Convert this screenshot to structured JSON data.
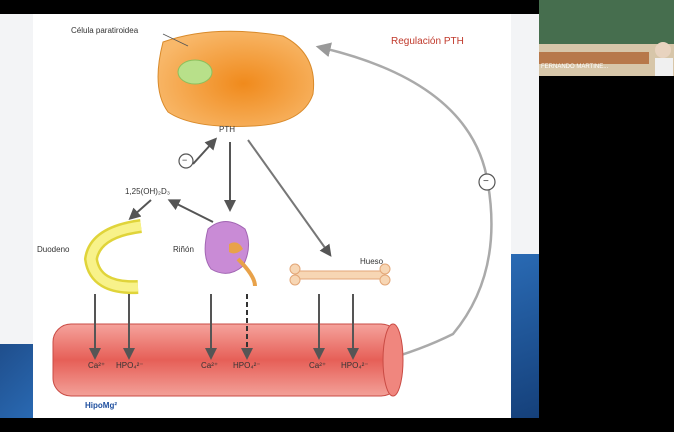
{
  "slide": {
    "title": "Regulación PTH",
    "cell_label": "Célula paratiroidea",
    "pth_label": "PTH",
    "vitd_label": "1,25(OH)₂D₃",
    "duodeno_label": "Duodeno",
    "rinon_label": "Riñón",
    "hueso_label": "Hueso",
    "minus1": "−",
    "minus2": "−",
    "ca1": "Ca²⁺",
    "hpo1": "HPO₄²⁻",
    "ca2": "Ca²⁺",
    "hpo2": "HPO₄²⁻",
    "ca3": "Ca²⁺",
    "hpo3": "HPO₄²⁻",
    "hipo_label": "HipoMg²",
    "bottom_controls": "◦ ◦ ◦ ◦ ◦ ◦"
  },
  "video": {
    "participant_name": "FERNANDO MARTINE..."
  },
  "colors": {
    "cell_orange": "#f6a04d",
    "nucleus_green": "#b8e08a",
    "title_red": "#c0392b",
    "vessel_red": "#e9776f",
    "duodeno_yellow": "#f5ef6a",
    "kidney_purple": "#c98bd6"
  }
}
